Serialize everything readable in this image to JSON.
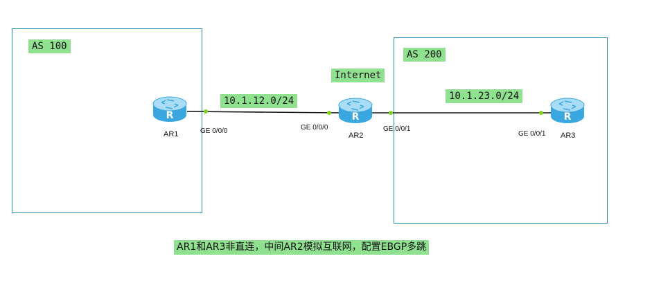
{
  "diagram": {
    "areas": [
      {
        "label": "AS 100"
      },
      {
        "label": "AS 200"
      }
    ],
    "internet_label": "Internet",
    "subnets": [
      {
        "label": "10.1.12.0/24"
      },
      {
        "label": "10.1.23.0/24"
      }
    ],
    "routers": [
      {
        "name": "AR1"
      },
      {
        "name": "AR2"
      },
      {
        "name": "AR3"
      }
    ],
    "ports": [
      {
        "label": "GE 0/0/0"
      },
      {
        "label": "GE 0/0/0"
      },
      {
        "label": "GE 0/0/1"
      },
      {
        "label": "GE 0/0/1"
      }
    ],
    "caption": "AR1和AR3非直连，中间AR2模拟互联网，配置EBGP多跳",
    "colors": {
      "router_body": "#3aa7e0",
      "link_dot": "#7ed321",
      "label_bg": "#8fe08f",
      "area_border": "#2a8ab0"
    }
  }
}
